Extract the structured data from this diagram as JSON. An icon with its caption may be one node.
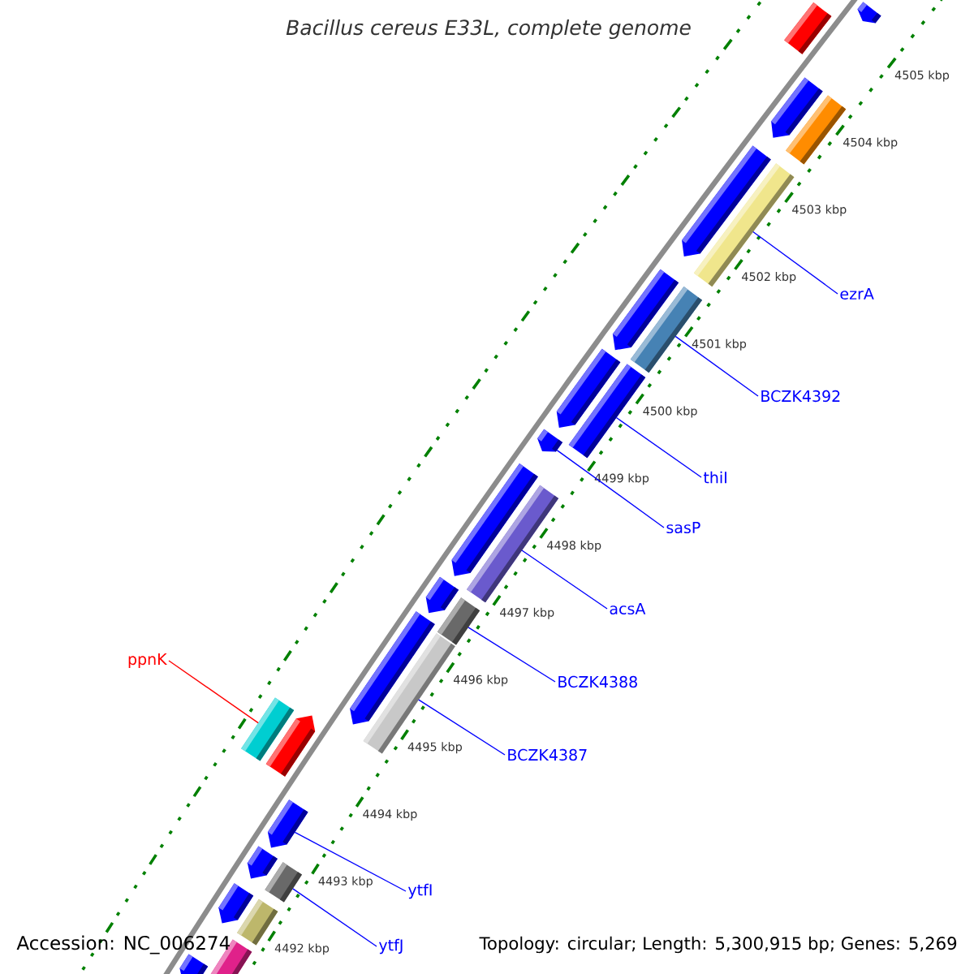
{
  "diagram": {
    "title": "Bacillus cereus E33L, complete genome",
    "nodes": [
      {
        "text": [
          "ezrA"
        ]
      },
      {
        "text": [
          "BCZK4392"
        ]
      },
      {
        "text": [
          "thiI"
        ]
      },
      {
        "text": [
          "sasP"
        ]
      },
      {
        "text": [
          "acsA"
        ]
      },
      {
        "text": [
          "BCZK4388"
        ]
      },
      {
        "text": [
          "BCZK4387"
        ]
      },
      {
        "text": [
          "ppnK"
        ]
      },
      {
        "text": [
          "ytfI"
        ]
      },
      {
        "text": [
          "ytfJ"
        ]
      },
      {
        "text": [],
        "shape": "bar"
      },
      {
        "text": [],
        "shape": "arrow"
      },
      {
        "text": [],
        "shape": "arrow"
      },
      {
        "text": [],
        "shape": "bar"
      },
      {
        "text": [],
        "shape": "arrow"
      },
      {
        "text": [],
        "shape": "bar"
      },
      {
        "text": [],
        "shape": "arrow"
      },
      {
        "text": [],
        "shape": "bar"
      },
      {
        "text": [],
        "shape": "arrow"
      },
      {
        "text": [],
        "shape": "bar"
      },
      {
        "text": [],
        "shape": "arrow"
      },
      {
        "text": [],
        "shape": "arrow"
      },
      {
        "text": [],
        "shape": "bar"
      },
      {
        "text": [],
        "shape": "arrow"
      },
      {
        "text": [],
        "shape": "bar"
      },
      {
        "text": [],
        "shape": "arrow"
      },
      {
        "text": [],
        "shape": "bar"
      },
      {
        "text": [],
        "shape": "bar"
      },
      {
        "text": [],
        "shape": "arrow"
      },
      {
        "text": [],
        "shape": "arrow"
      },
      {
        "text": [],
        "shape": "arrow"
      },
      {
        "text": [],
        "shape": "bar"
      },
      {
        "text": [],
        "shape": "arrow"
      },
      {
        "text": [],
        "shape": "bar"
      },
      {
        "text": [],
        "shape": "arrow"
      },
      {
        "text": [],
        "shape": "bar"
      }
    ],
    "edges": [
      {
        "from": 0,
        "to": 15,
        "arrow": "none"
      },
      {
        "from": 1,
        "to": 17,
        "arrow": "none"
      },
      {
        "from": 2,
        "to": 19,
        "arrow": "none"
      },
      {
        "from": 3,
        "to": 20,
        "arrow": "none"
      },
      {
        "from": 4,
        "to": 22,
        "arrow": "none"
      },
      {
        "from": 5,
        "to": 24,
        "arrow": "none"
      },
      {
        "from": 6,
        "to": 26,
        "arrow": "none"
      },
      {
        "from": 7,
        "to": 27,
        "arrow": "none",
        "color": "#ff0000"
      },
      {
        "from": 8,
        "to": 29,
        "arrow": "none"
      },
      {
        "from": 9,
        "to": 31,
        "arrow": "none"
      }
    ],
    "labels": [
      "4505 kbp",
      "4504 kbp",
      "4503 kbp",
      "4502 kbp",
      "4501 kbp",
      "4500 kbp",
      "4499 kbp",
      "4498 kbp",
      "4497 kbp",
      "4496 kbp",
      "4495 kbp",
      "4494 kbp",
      "4493 kbp",
      "4492 kbp",
      "Accession: NC_006274",
      "Topology: circular; Length: 5,300,915 bp; Genes: 5,269"
    ]
  }
}
